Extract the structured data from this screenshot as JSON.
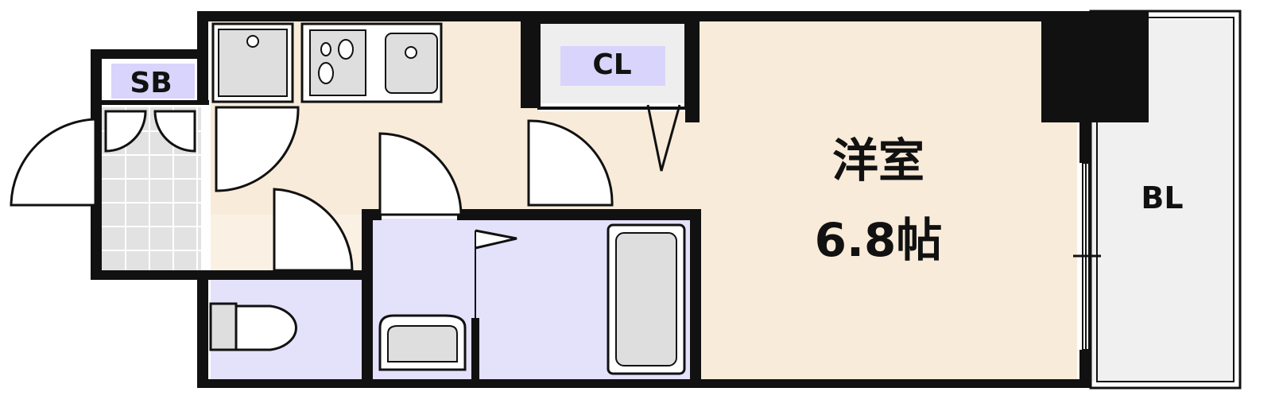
{
  "rooms": {
    "main_room_name": "洋室",
    "main_room_size": "6.8帖",
    "closet": "CL",
    "shoe_box": "SB",
    "balcony": "BL"
  },
  "colors": {
    "wall": "#111111",
    "main_floor": "#f8ebd9",
    "wet_area": "#e4e1fb",
    "label_box": "#d9d4fb",
    "fixture": "#dedede",
    "tile": "#e2e2e2",
    "balcony_floor": "#f0f0f0"
  }
}
